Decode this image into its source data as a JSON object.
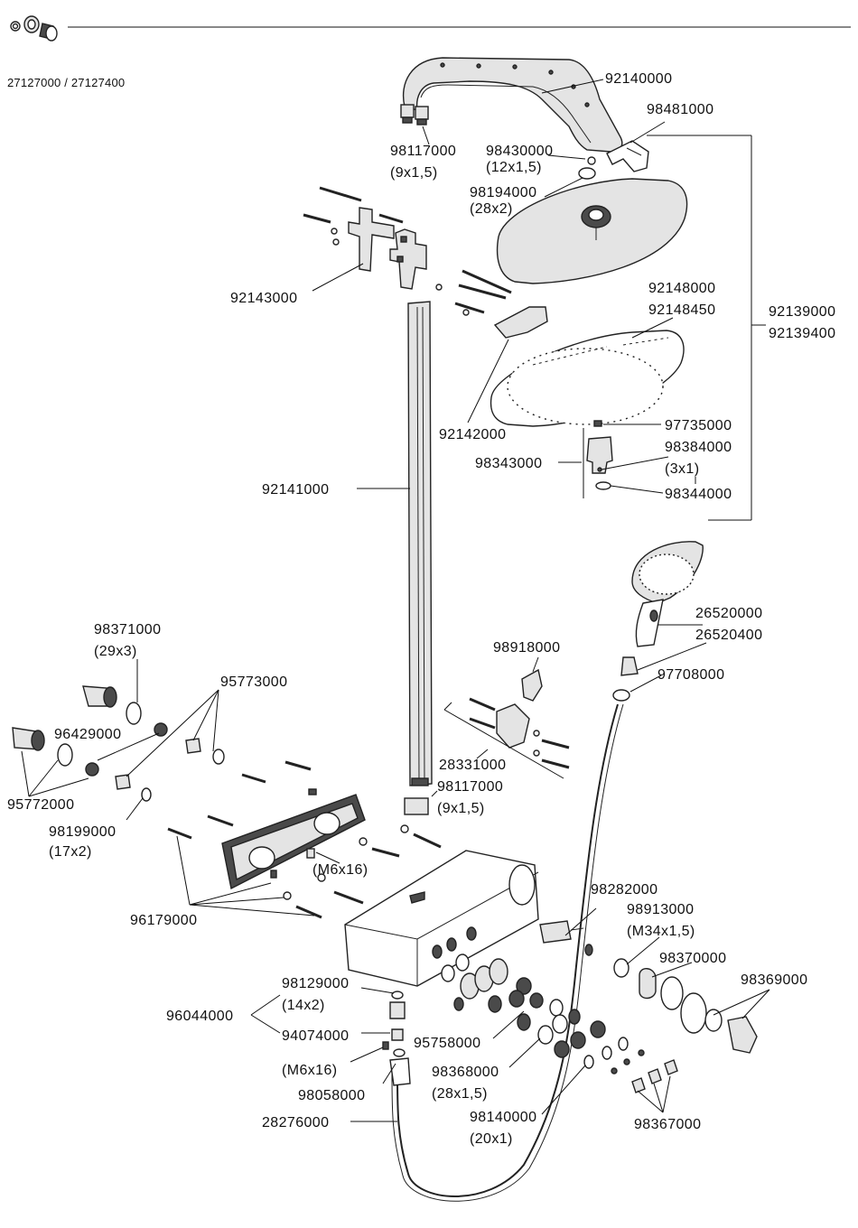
{
  "header": {
    "model_numbers": "27127000 / 27127400"
  },
  "labels": {
    "p92140000": "92140000",
    "p98481000": "98481000",
    "p98117000_top": "98117000",
    "p98117000_top_size": "(9x1,5)",
    "p98430000": "98430000",
    "p98430000_size": "(12x1,5)",
    "p98194000": "98194000",
    "p98194000_size": "(28x2)",
    "p92143000": "92143000",
    "p92148000": "92148000",
    "p92148450": "92148450",
    "p92139000": "92139000",
    "p92139400": "92139400",
    "p92142000": "92142000",
    "p97735000": "97735000",
    "p98343000": "98343000",
    "p98384000": "98384000",
    "p98384000_size": "(3x1)",
    "p98344000": "98344000",
    "p92141000": "92141000",
    "p26520000": "26520000",
    "p26520400": "26520400",
    "p97708000": "97708000",
    "p98371000": "98371000",
    "p98371000_size": "(29x3)",
    "p95773000": "95773000",
    "p98918000": "98918000",
    "p96429000": "96429000",
    "p95772000": "95772000",
    "p28331000": "28331000",
    "p98117000_bot": "98117000",
    "p98117000_bot_size": "(9x1,5)",
    "p98199000": "98199000",
    "p98199000_size": "(17x2)",
    "m6x16_a": "(M6x16)",
    "p96179000": "96179000",
    "p98282000": "98282000",
    "p98913000": "98913000",
    "p98913000_size": "(M34x1,5)",
    "p98370000": "98370000",
    "p98369000": "98369000",
    "p98129000": "98129000",
    "p98129000_size": "(14x2)",
    "p96044000": "96044000",
    "p94074000": "94074000",
    "p95758000": "95758000",
    "m6x16_b": "(M6x16)",
    "p98368000": "98368000",
    "p98368000_size": "(28x1,5)",
    "p98058000": "98058000",
    "p98140000": "98140000",
    "p98140000_size": "(20x1)",
    "p28276000": "28276000",
    "p98367000": "98367000"
  }
}
